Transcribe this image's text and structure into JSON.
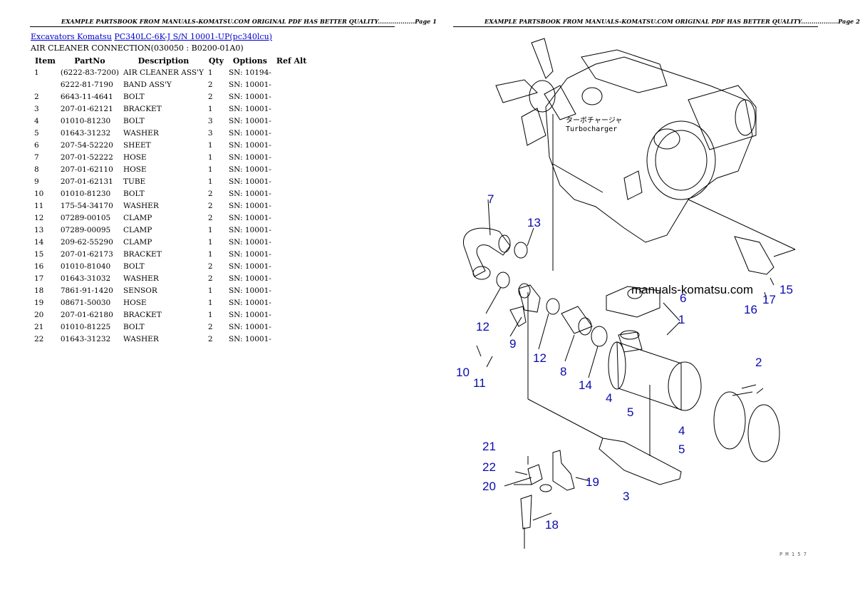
{
  "header": {
    "left_page": "EXAMPLE PARTSBOOK FROM MANUALS-KOMATSU.COM ORIGINAL PDF HAS BETTER QUALITY..................Page 1",
    "right_page": "EXAMPLE PARTSBOOK FROM MANUALS-KOMATSU.COM ORIGINAL PDF HAS BETTER QUALITY..................Page 2"
  },
  "breadcrumb": {
    "link1": "Excavators Komatsu",
    "link2": "PC340LC-6K-J S/N 10001-UP(pc340lcu)"
  },
  "subtitle": "AIR CLEANER CONNECTION(030050 : B0200-01A0)",
  "table": {
    "headers": [
      "Item",
      "PartNo",
      "Description",
      "Qty",
      "Options",
      "Ref Alt"
    ],
    "rows": [
      {
        "item": "1",
        "part": "(6222-83-7200)",
        "desc": "AIR CLEANER ASS'Y",
        "qty": "1",
        "opt": "SN: 10194-"
      },
      {
        "item": "",
        "part": "6222-81-7190",
        "desc": "BAND ASS'Y",
        "qty": "2",
        "opt": "SN: 10001-"
      },
      {
        "item": "2",
        "part": "6643-11-4641",
        "desc": "BOLT",
        "qty": "2",
        "opt": "SN: 10001-"
      },
      {
        "item": "3",
        "part": "207-01-62121",
        "desc": "BRACKET",
        "qty": "1",
        "opt": "SN: 10001-"
      },
      {
        "item": "4",
        "part": "01010-81230",
        "desc": "BOLT",
        "qty": "3",
        "opt": "SN: 10001-"
      },
      {
        "item": "5",
        "part": "01643-31232",
        "desc": "WASHER",
        "qty": "3",
        "opt": "SN: 10001-"
      },
      {
        "item": "6",
        "part": "207-54-52220",
        "desc": "SHEET",
        "qty": "1",
        "opt": "SN: 10001-"
      },
      {
        "item": "7",
        "part": "207-01-52222",
        "desc": "HOSE",
        "qty": "1",
        "opt": "SN: 10001-"
      },
      {
        "item": "8",
        "part": "207-01-62110",
        "desc": "HOSE",
        "qty": "1",
        "opt": "SN: 10001-"
      },
      {
        "item": "9",
        "part": "207-01-62131",
        "desc": "TUBE",
        "qty": "1",
        "opt": "SN: 10001-"
      },
      {
        "item": "10",
        "part": "01010-81230",
        "desc": "BOLT",
        "qty": "2",
        "opt": "SN: 10001-"
      },
      {
        "item": "11",
        "part": "175-54-34170",
        "desc": "WASHER",
        "qty": "2",
        "opt": "SN: 10001-"
      },
      {
        "item": "12",
        "part": "07289-00105",
        "desc": "CLAMP",
        "qty": "2",
        "opt": "SN: 10001-"
      },
      {
        "item": "13",
        "part": "07289-00095",
        "desc": "CLAMP",
        "qty": "1",
        "opt": "SN: 10001-"
      },
      {
        "item": "14",
        "part": "209-62-55290",
        "desc": "CLAMP",
        "qty": "1",
        "opt": "SN: 10001-"
      },
      {
        "item": "15",
        "part": "207-01-62173",
        "desc": "BRACKET",
        "qty": "1",
        "opt": "SN: 10001-"
      },
      {
        "item": "16",
        "part": "01010-81040",
        "desc": "BOLT",
        "qty": "2",
        "opt": "SN: 10001-"
      },
      {
        "item": "17",
        "part": "01643-31032",
        "desc": "WASHER",
        "qty": "2",
        "opt": "SN: 10001-"
      },
      {
        "item": "18",
        "part": "7861-91-1420",
        "desc": "SENSOR",
        "qty": "1",
        "opt": "SN: 10001-"
      },
      {
        "item": "19",
        "part": "08671-50030",
        "desc": "HOSE",
        "qty": "1",
        "opt": "SN: 10001-"
      },
      {
        "item": "20",
        "part": "207-01-62180",
        "desc": "BRACKET",
        "qty": "1",
        "opt": "SN: 10001-"
      },
      {
        "item": "21",
        "part": "01010-81225",
        "desc": "BOLT",
        "qty": "2",
        "opt": "SN: 10001-"
      },
      {
        "item": "22",
        "part": "01643-31232",
        "desc": "WASHER",
        "qty": "2",
        "opt": "SN: 10001-"
      }
    ]
  },
  "diagram": {
    "watermark": "manuals-komatsu.com",
    "turbo_jp": "ターボチャージャ",
    "turbo_en": "Turbocharger",
    "code": "P M 1 5 7",
    "callouts": [
      "1",
      "2",
      "3",
      "4",
      "4",
      "5",
      "5",
      "6",
      "7",
      "8",
      "9",
      "10",
      "11",
      "12",
      "12",
      "13",
      "14",
      "15",
      "16",
      "17",
      "18",
      "19",
      "20",
      "21",
      "22"
    ],
    "callout_color": "#0a0ab0"
  }
}
